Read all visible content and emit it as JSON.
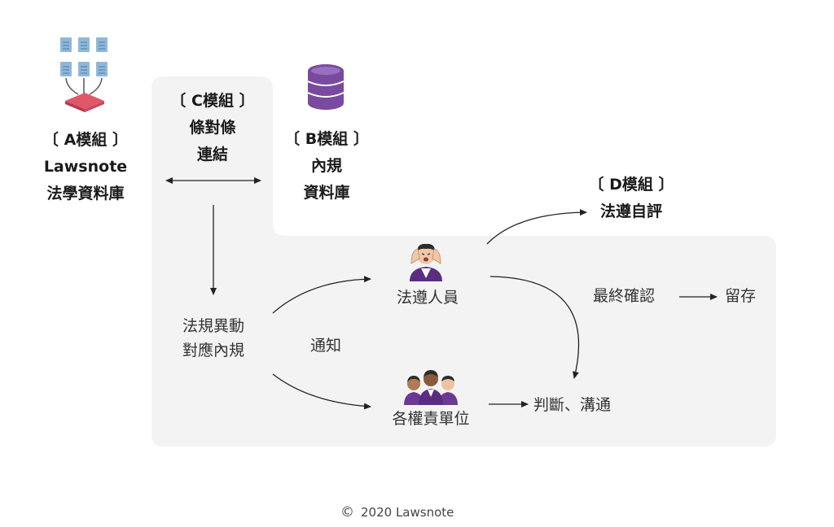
{
  "module_a": {
    "tag": "〔 A模組 〕",
    "line1": "Lawsnote",
    "line2": "法學資料庫"
  },
  "module_b": {
    "tag": "〔 B模組 〕",
    "line1": "內規",
    "line2": "資料庫"
  },
  "module_c": {
    "tag": "〔 C模組 〕",
    "line1": "條對條",
    "line2": "連結"
  },
  "module_d": {
    "tag": "〔 D模組 〕",
    "line1": "法遵自評"
  },
  "flow": {
    "change_line1": "法規異動",
    "change_line2": "對應內規",
    "notify": "通知",
    "compliance_staff": "法遵人員",
    "departments": "各權責單位",
    "judge": "判斷、溝通",
    "final_confirm": "最終確認",
    "retain": "留存"
  },
  "footer": {
    "copyright_symbol": "©",
    "text": "2020 Lawsnote"
  },
  "colors": {
    "panel": "#f3f3f3",
    "purple": "#7a4a9e",
    "purple_dark": "#5a2d82",
    "blue_doc": "#8fb7d9",
    "red_tray": "#e0576a"
  },
  "icons": {
    "module_a": "documents-to-database-icon",
    "module_b": "database-icon",
    "compliance_staff": "stressed-person-icon",
    "departments": "group-of-people-icon"
  }
}
